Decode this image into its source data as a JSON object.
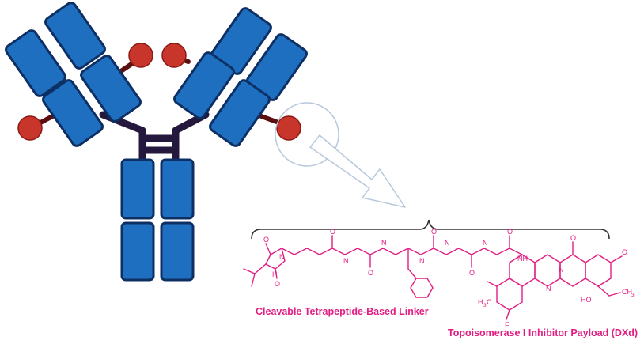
{
  "colors": {
    "domain_fill": "#1f6fc0",
    "domain_stroke": "#0d2f63",
    "hinge": "#24183c",
    "payload_ball": "#c8362b",
    "payload_ball_stroke": "#8c1a14",
    "link_stub": "#5a1010",
    "callout": "#b8c8dc",
    "chemistry": "#e11e82",
    "bracket": "#333333"
  },
  "labels": {
    "linker": "Cleavable Tetrapeptide-Based Linker",
    "payload": "Topoisomerase I Inhibitor Payload (DXd)"
  },
  "atoms": {
    "O": "O",
    "N": "N",
    "H": "H",
    "NH": "NH",
    "F": "F",
    "HO": "HO",
    "CH3": "CH",
    "sub3": "3",
    "H3C_H": "H",
    "H3C_C": "C"
  },
  "icons": {
    "antibody": "antibody-icon",
    "callout": "magnifier-callout-icon",
    "arrow": "callout-arrow-icon",
    "bracket": "curly-bracket-icon"
  }
}
